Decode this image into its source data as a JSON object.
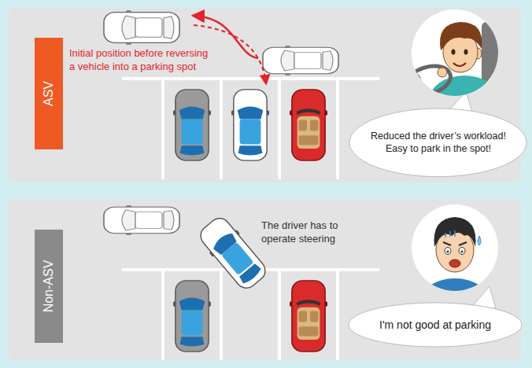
{
  "diagram": {
    "nodes": [
      {
        "text": [
          "ASV"
        ]
      },
      {
        "text": [
          "Reduced the driver’s workload! Easy to park in the spot!"
        ]
      },
      {
        "text": [
          "Non-ASV"
        ]
      },
      {
        "text": [
          "I'm not good at parking"
        ]
      }
    ],
    "labels": [
      "Initial position before reversing a vehicle into a parking spot",
      "The driver has to operate steering"
    ]
  }
}
